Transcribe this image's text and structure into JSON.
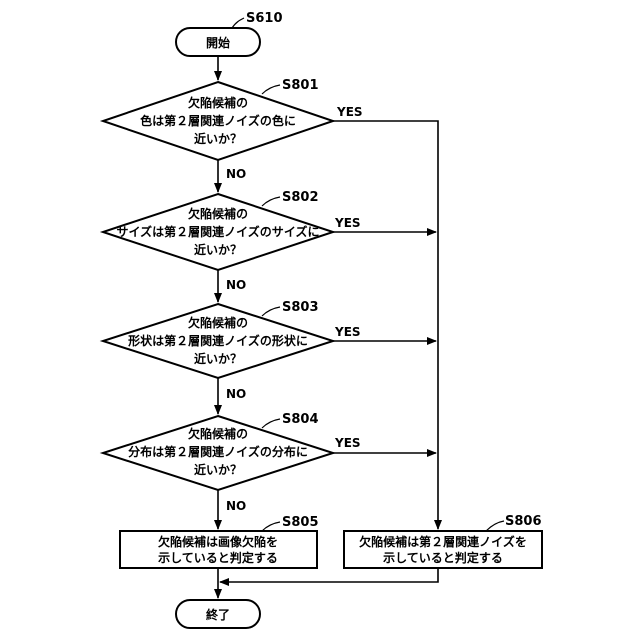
{
  "steps": {
    "start": {
      "id": "S610",
      "label": "開始"
    },
    "d1": {
      "id": "S801",
      "lines": [
        "欠陥候補の",
        "色は第２層関連ノイズの色に",
        "近いか？"
      ],
      "yes": "YES",
      "no": "NO"
    },
    "d2": {
      "id": "S802",
      "lines": [
        "欠陥候補の",
        "サイズは第２層関連ノイズのサイズに",
        "近いか？"
      ],
      "yes": "YES",
      "no": "NO"
    },
    "d3": {
      "id": "S803",
      "lines": [
        "欠陥候補の",
        "形状は第２層関連ノイズの形状に",
        "近いか？"
      ],
      "yes": "YES",
      "no": "NO"
    },
    "d4": {
      "id": "S804",
      "lines": [
        "欠陥候補の",
        "分布は第２層関連ノイズの分布に",
        "近いか？"
      ],
      "yes": "YES",
      "no": "NO"
    },
    "p1": {
      "id": "S805",
      "lines": [
        "欠陥候補は画像欠陥を",
        "示していると判定する"
      ]
    },
    "p2": {
      "id": "S806",
      "lines": [
        "欠陥候補は第２層関連ノイズを",
        "示していると判定する"
      ]
    },
    "end": {
      "label": "終了"
    }
  }
}
